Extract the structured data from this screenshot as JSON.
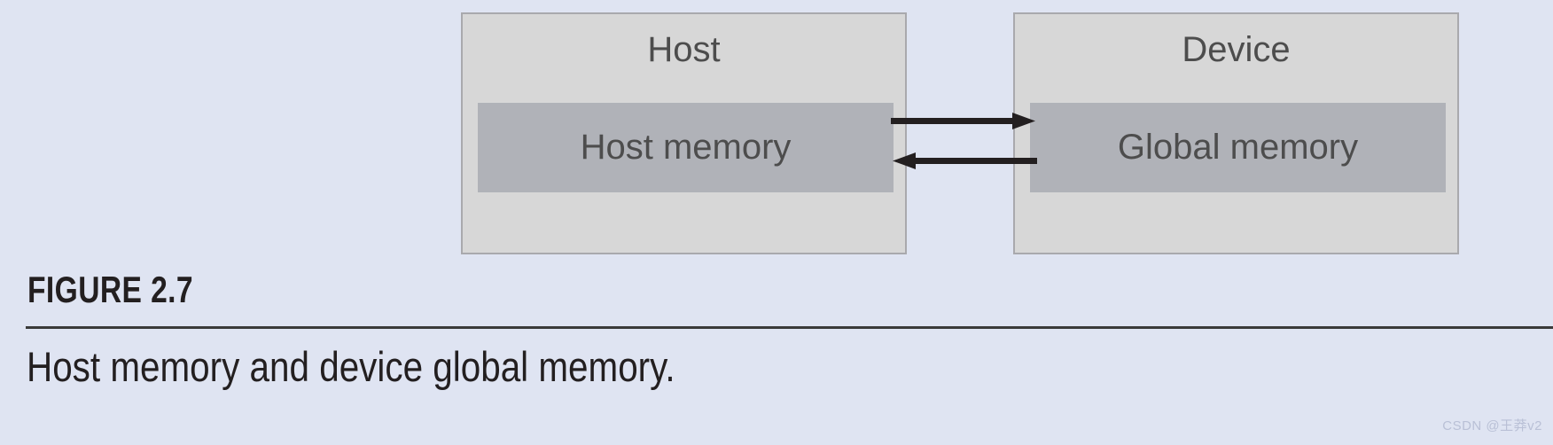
{
  "figure": {
    "number_label": "FIGURE 2.7",
    "caption": "Host memory and device global memory.",
    "watermark": "CSDN @王莽v2"
  },
  "diagram": {
    "type": "block-diagram",
    "background_color": "#dfe4f2",
    "container_fill": "#d7d7d7",
    "container_border": "#a9a9ad",
    "memory_fill": "#b0b2b8",
    "text_color": "#4d4d4d",
    "arrow_color": "#231f20",
    "blocks": [
      {
        "title": "Host",
        "memory_label": "Host memory"
      },
      {
        "title": "Device",
        "memory_label": "Global memory"
      }
    ],
    "connections": [
      {
        "name": "host-to-device-arrow",
        "direction": "right",
        "from": "Host memory",
        "to": "Global memory"
      },
      {
        "name": "device-to-host-arrow",
        "direction": "left",
        "from": "Global memory",
        "to": "Host memory"
      }
    ]
  }
}
